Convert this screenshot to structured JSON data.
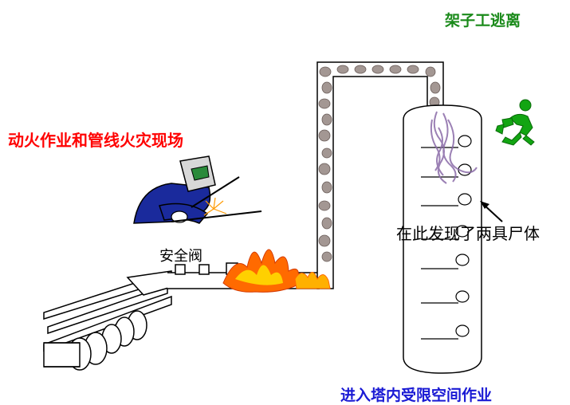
{
  "labels": {
    "fire_scene": "动火作业和管线火灾现场",
    "scaffolder_escape": "架子工逃离",
    "enter_tower": "进入塔内受限空间作业",
    "two_bodies": "在此发现了两具尸体",
    "safety_valve": "安全阀"
  },
  "colors": {
    "fire_label": "#ff0000",
    "escape_label": "#1a8a1a",
    "tower_label": "#1a1ad4",
    "welder_suit": "#1a2a9c",
    "flame_orange": "#ff6a00",
    "smoke_purple": "#8a6aa8",
    "runner": "#12a512"
  },
  "icons": {
    "welder": "welder-figure",
    "runner": "running-man-icon",
    "flame": "fire-burst",
    "smoke": "smoke-trail",
    "arrow": "pointer-arrow"
  }
}
